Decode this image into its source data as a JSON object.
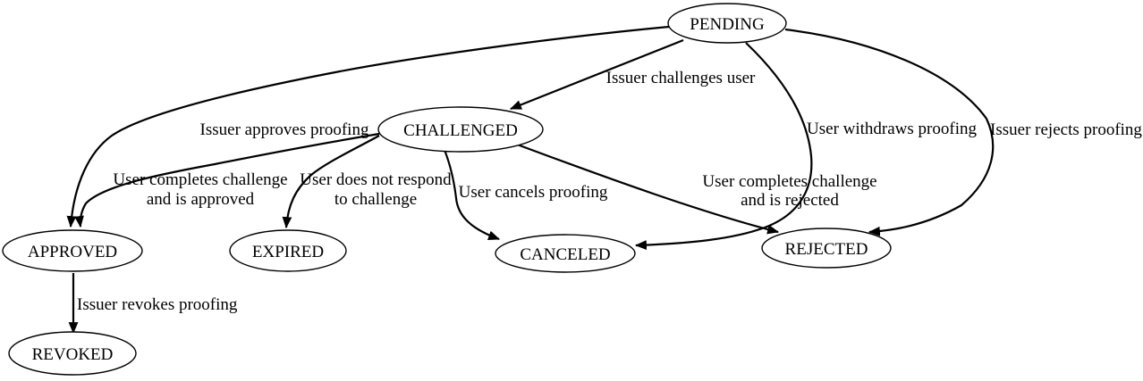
{
  "diagram": {
    "type": "state-transition-graph",
    "colors": {
      "background": "#ffffff",
      "line": "#000000",
      "text": "#000000",
      "node_fill": "#ffffff"
    },
    "nodes": {
      "pending": {
        "label": "PENDING"
      },
      "challenged": {
        "label": "CHALLENGED"
      },
      "approved": {
        "label": "APPROVED"
      },
      "expired": {
        "label": "EXPIRED"
      },
      "canceled": {
        "label": "CANCELED"
      },
      "rejected": {
        "label": "REJECTED"
      },
      "revoked": {
        "label": "REVOKED"
      }
    },
    "edges": {
      "pending_challenged": {
        "from": "PENDING",
        "to": "CHALLENGED",
        "label": "Issuer challenges user"
      },
      "pending_approved": {
        "from": "PENDING",
        "to": "APPROVED",
        "label": "Issuer approves proofing"
      },
      "pending_canceled": {
        "from": "PENDING",
        "to": "CANCELED",
        "label": "User withdraws proofing"
      },
      "pending_rejected": {
        "from": "PENDING",
        "to": "REJECTED",
        "label": "Issuer rejects proofing"
      },
      "challenged_approved": {
        "from": "CHALLENGED",
        "to": "APPROVED",
        "lines": [
          "User completes challenge",
          "and is approved"
        ]
      },
      "challenged_expired": {
        "from": "CHALLENGED",
        "to": "EXPIRED",
        "lines": [
          "User does not respond",
          "to challenge"
        ]
      },
      "challenged_canceled": {
        "from": "CHALLENGED",
        "to": "CANCELED",
        "label": "User cancels proofing"
      },
      "challenged_rejected": {
        "from": "CHALLENGED",
        "to": "REJECTED",
        "lines": [
          "User completes challenge",
          "and is rejected"
        ]
      },
      "approved_revoked": {
        "from": "APPROVED",
        "to": "REVOKED",
        "label": "Issuer revokes proofing"
      }
    }
  }
}
